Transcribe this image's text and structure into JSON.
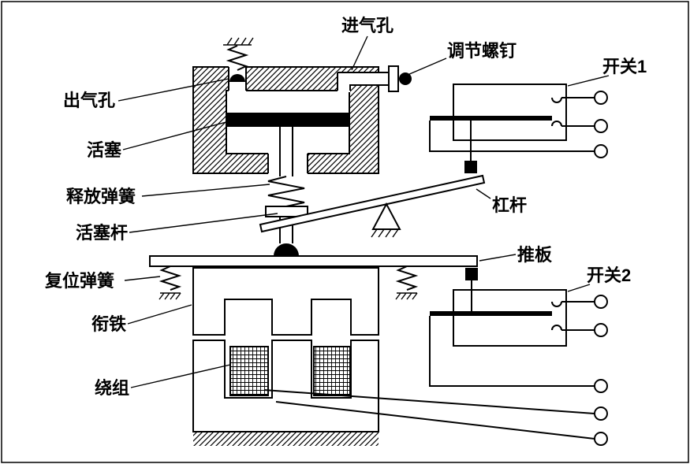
{
  "colors": {
    "ink": "#000000",
    "paper": "#ffffff"
  },
  "labels": {
    "outlet_hole": "出气孔",
    "piston": "活塞",
    "release_spring": "释放弹簧",
    "piston_rod": "活塞杆",
    "reset_spring": "复位弹簧",
    "armature": "衔铁",
    "winding": "绕组",
    "inlet_hole": "进气孔",
    "adjusting_screw": "调节螺钉",
    "switch1": "开关1",
    "lever": "杠杆",
    "push_plate": "推板",
    "switch2": "开关2"
  }
}
